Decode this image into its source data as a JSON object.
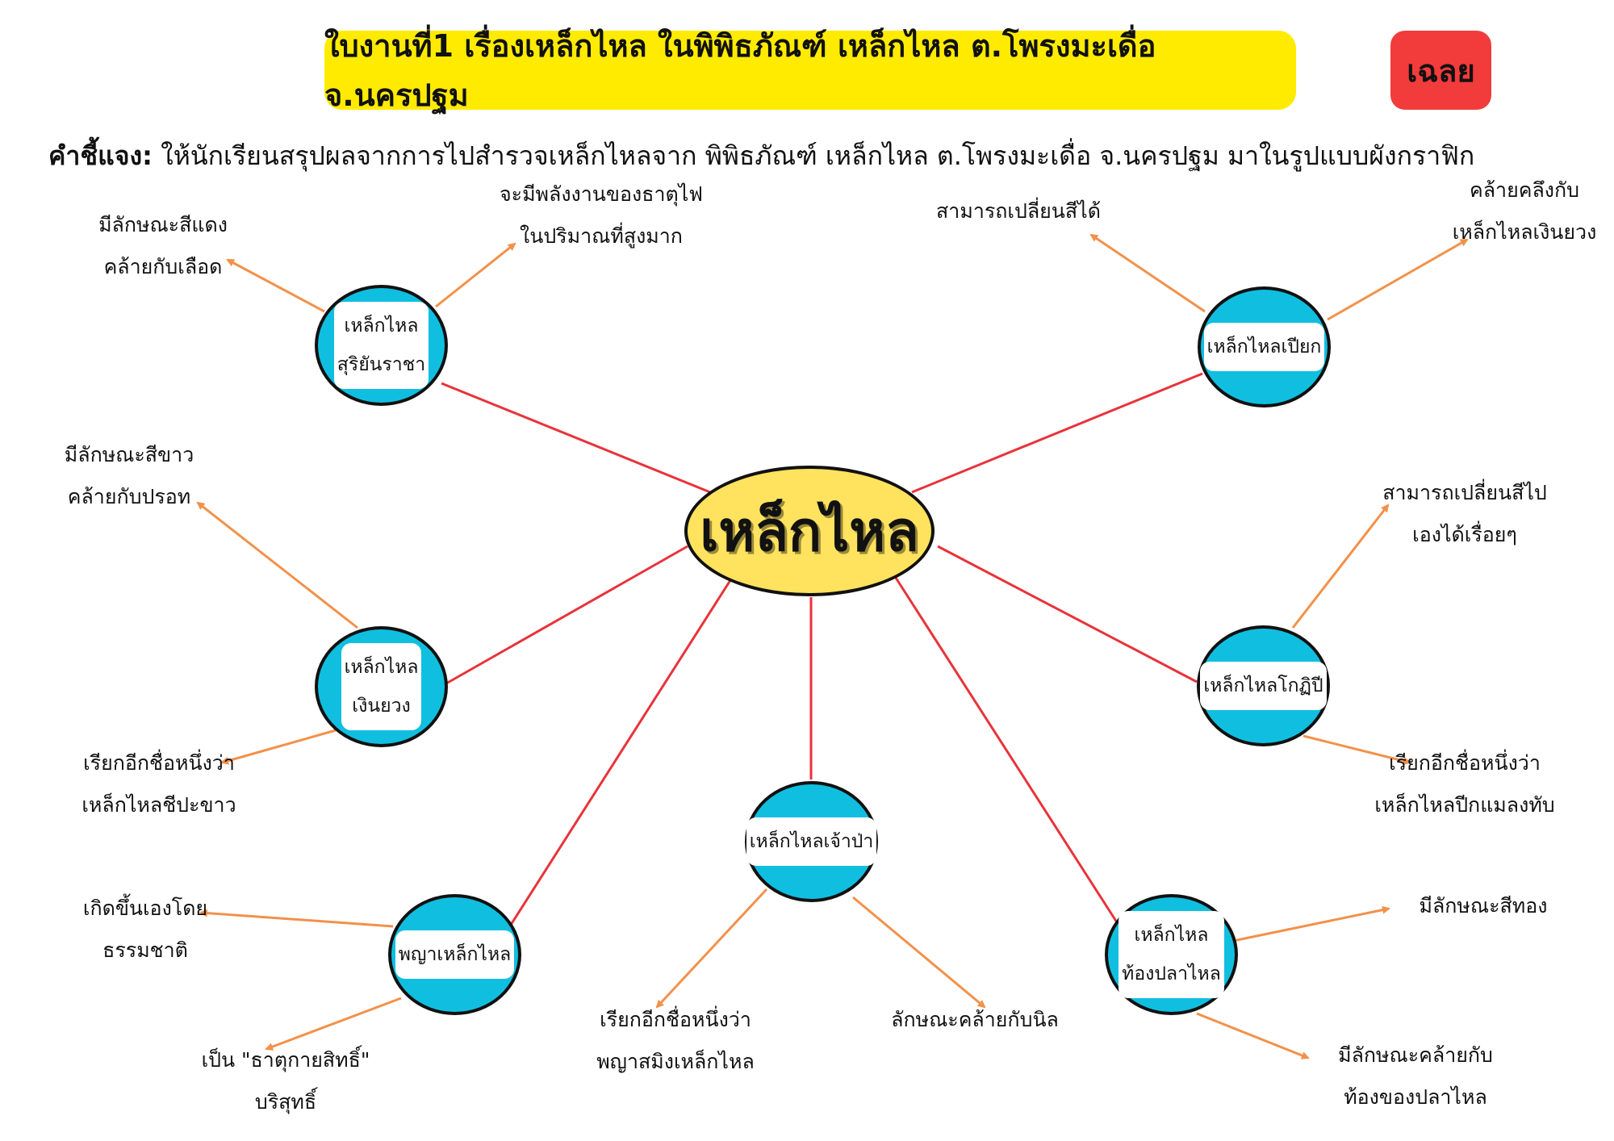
{
  "header": {
    "title": "ใบงานที่1 เรื่องเหล็กไหล ในพิพิธภัณฑ์ เหล็กไหล ต.โพรงมะเดื่อ จ.นครปฐม",
    "answer_badge": "เฉลย"
  },
  "instruction": {
    "label": "คำชี้แจง:",
    "text": " ให้นักเรียนสรุปผลจากการไปสำรวจเหล็กไหลจาก พิพิธภัณฑ์ เหล็กไหล ต.โพรงมะเดื่อ จ.นครปฐม มาในรูปแบบผังกราฟิก"
  },
  "center_label": "เหล็กไหล",
  "nodes": [
    {
      "id": "suriyan",
      "lines": [
        "เหล็กไหล",
        "สุริยันราชา"
      ],
      "leaves": [
        {
          "lines": [
            "มีลักษณะสีแดง",
            "คล้ายกับเลือด"
          ]
        },
        {
          "lines": [
            "จะมีพลังงานของธาตุไฟ",
            "ในปริมาณที่สูงมาก"
          ]
        }
      ]
    },
    {
      "id": "piak",
      "lines": [
        "เหล็กไหลเปียก"
      ],
      "leaves": [
        {
          "lines": [
            "สามารถเปลี่ยนสีได้"
          ]
        },
        {
          "lines": [
            "คล้ายคลึงกับ",
            "เหล็กไหลเงินยวง"
          ]
        }
      ]
    },
    {
      "id": "ngoenyuang",
      "lines": [
        "เหล็กไหล",
        "เงินยวง"
      ],
      "leaves": [
        {
          "lines": [
            "มีลักษณะสีขาว",
            "คล้ายกับปรอท"
          ]
        },
        {
          "lines": [
            "เรียกอีกชื่อหนึ่งว่า",
            "เหล็กไหลชีปะขาว"
          ]
        }
      ]
    },
    {
      "id": "kotipi",
      "lines": [
        "เหล็กไหลโกฏิปี"
      ],
      "leaves": [
        {
          "lines": [
            "สามารถเปลี่ยนสีไป",
            "เองได้เรื่อยๆ"
          ]
        },
        {
          "lines": [
            "เรียกอีกชื่อหนึ่งว่า",
            "เหล็กไหลปีกแมลงทับ"
          ]
        }
      ]
    },
    {
      "id": "chaopa",
      "lines": [
        "เหล็กไหลเจ้าป่า"
      ],
      "leaves": [
        {
          "lines": [
            "เรียกอีกชื่อหนึ่งว่า",
            "พญาสมิงเหล็กไหล"
          ]
        },
        {
          "lines": [
            "ลักษณะคล้ายกับนิล"
          ]
        }
      ]
    },
    {
      "id": "phaya",
      "lines": [
        "พญาเหล็กไหล"
      ],
      "leaves": [
        {
          "lines": [
            "เกิดขึ้นเองโดย",
            "ธรรมชาติ"
          ]
        },
        {
          "lines": [
            "เป็น \"ธาตุกายสิทธิ์\"",
            "บริสุทธิ์"
          ]
        }
      ]
    },
    {
      "id": "thongpla",
      "lines": [
        "เหล็กไหล",
        "ท้องปลาไหล"
      ],
      "leaves": [
        {
          "lines": [
            "มีลักษณะสีทอง"
          ]
        },
        {
          "lines": [
            "มีลักษณะคล้ายกับ",
            "ท้องของปลาไหล"
          ]
        }
      ]
    }
  ],
  "colors": {
    "title_bg": "#ffeb00",
    "answer_bg": "#f23b3b",
    "center_fill": "#ffe25e",
    "node_fill": "#10bfe0",
    "spoke_line": "#e8333a",
    "leaf_arrow": "#f2914a"
  }
}
